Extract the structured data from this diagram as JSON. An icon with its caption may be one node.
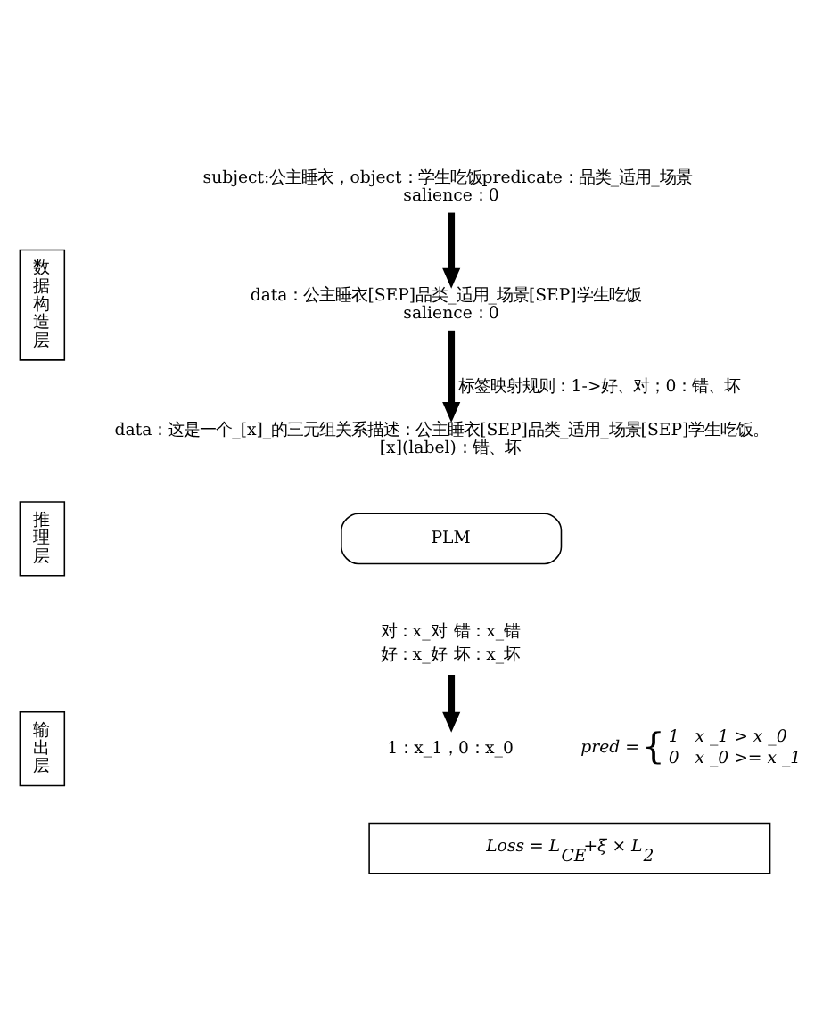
{
  "diagram": {
    "nodes": [
      {
        "text": [
          "数据构造层"
        ]
      },
      {
        "text": [
          "subject:公主睡衣，object：学生吃饭predicate：品类_适用_场景",
          "salience：0"
        ]
      },
      {
        "text": [
          "data：公主睡衣[SEP]品类_适用_场景[SEP]学生吃饭",
          "salience：0"
        ]
      },
      {
        "text": [
          "data：这是一个_[x]_的三元组关系描述：公主睡衣[SEP]品类_适用_场景[SEP]学生吃饭。",
          "[x](label)：错、坏"
        ]
      },
      {
        "text": [
          "推理层"
        ]
      },
      {
        "text": [
          "PLM"
        ]
      },
      {
        "text": [
          "对：x_对",
          "错：x_错",
          "好：x_好",
          "坏：x_坏"
        ]
      },
      {
        "text": [
          "输出层"
        ]
      },
      {
        "text": [
          "1：x_1，0：x_0"
        ]
      },
      {
        "text": [
          "pred =",
          "{",
          "1   x _1 > x _0",
          "0   x _0 >= x _1"
        ]
      },
      {
        "text": [
          "Loss = L$_{CE}$+ξ × L$_{2}$"
        ]
      }
    ],
    "edges": [
      {
        "from": 1,
        "to": 2,
        "arrow": "to"
      },
      {
        "from": 2,
        "to": 3,
        "arrow": "to",
        "label": "标签映射规则：1->好、对；0：错、坏"
      },
      {
        "from": 6,
        "to": 8,
        "arrow": "to"
      }
    ]
  }
}
